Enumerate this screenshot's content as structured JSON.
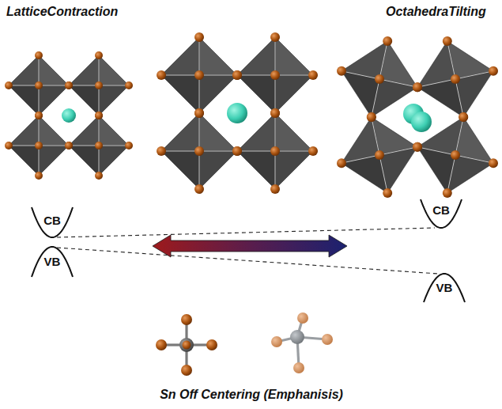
{
  "diagram": {
    "labels": [
      "LatticeContraction",
      "OctahedraTilting",
      "CB",
      "VB",
      "CB",
      "VB",
      "Sn Off Centering (Emphanisis)"
    ]
  }
}
